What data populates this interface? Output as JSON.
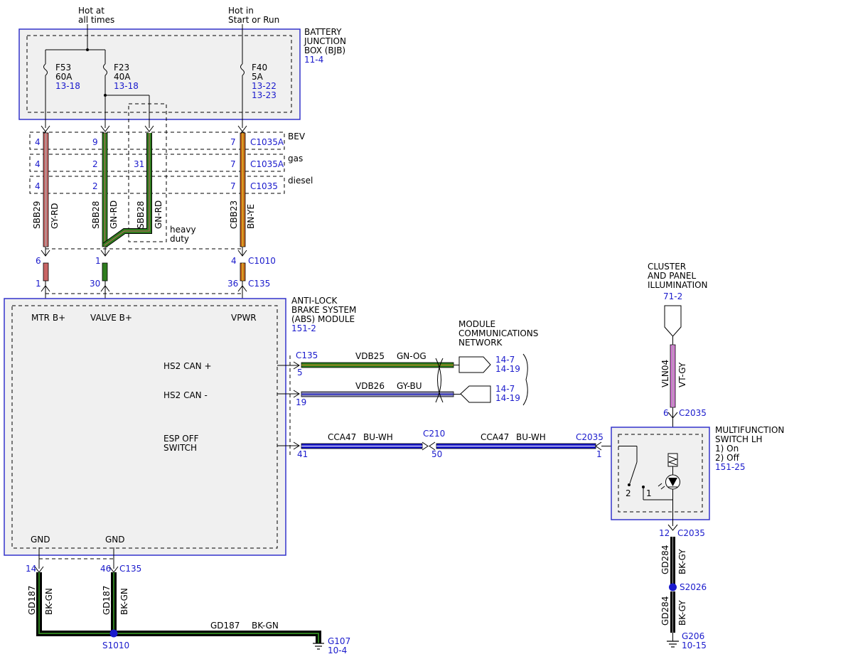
{
  "power": {
    "hot_always_line1": "Hot at",
    "hot_always_line2": "all times",
    "hot_run_line1": "Hot in",
    "hot_run_line2": "Start or Run"
  },
  "bjb": {
    "title_line1": "BATTERY",
    "title_line2": "JUNCTION",
    "title_line3": "BOX (BJB)",
    "ref": "11-4",
    "fuses": [
      {
        "name": "F53",
        "rating": "60A",
        "refs": [
          "13-18"
        ]
      },
      {
        "name": "F23",
        "rating": "40A",
        "refs": [
          "13-18"
        ]
      },
      {
        "name": "F40",
        "rating": "5A",
        "refs": [
          "13-22",
          "13-23"
        ]
      }
    ]
  },
  "variants": [
    {
      "label": "BEV",
      "pins": [
        "4",
        "9",
        "7"
      ],
      "connector": "C1035A"
    },
    {
      "label": "gas",
      "pins": [
        "4",
        "2",
        "31",
        "7"
      ],
      "connector": "C1035A"
    },
    {
      "label": "diesel",
      "pins": [
        "4",
        "2",
        "7"
      ],
      "connector": "C1035"
    }
  ],
  "wires_upper": [
    {
      "circuit": "SBB29",
      "color": "GY-RD"
    },
    {
      "circuit": "SBB28",
      "color": "GN-RD"
    },
    {
      "circuit": "SBB28",
      "color": "GN-RD"
    },
    {
      "circuit": "CBB23",
      "color": "BN-YE"
    }
  ],
  "heavy_duty_line1": "heavy",
  "heavy_duty_line2": "duty",
  "c1010": {
    "name": "C1010",
    "pins": [
      "6",
      "1",
      "4"
    ]
  },
  "c135_top": {
    "name": "C135",
    "pins": [
      "1",
      "30",
      "36"
    ]
  },
  "abs": {
    "title_line1": "ANTI-LOCK",
    "title_line2": "BRAKE SYSTEM",
    "title_line3": "(ABS) MODULE",
    "ref": "151-2",
    "pin_labels": [
      "MTR B+",
      "VALVE B+",
      "VPWR"
    ],
    "hs2_can_plus": "HS2 CAN +",
    "hs2_can_minus": "HS2 CAN -",
    "esp_line1": "ESP OFF",
    "esp_line2": "SWITCH",
    "gnd1": "GND",
    "gnd2": "GND"
  },
  "network": {
    "title_line1": "MODULE",
    "title_line2": "COMMUNICATIONS",
    "title_line3": "NETWORK",
    "c135": "C135",
    "can_plus": {
      "pin": "5",
      "circuit": "VDB25",
      "color": "GN-OG",
      "refs": [
        "14-7",
        "14-19"
      ]
    },
    "can_minus": {
      "pin": "19",
      "circuit": "VDB26",
      "color": "GY-BU",
      "refs": [
        "14-7",
        "14-19"
      ]
    }
  },
  "esp_wire": {
    "pin": "41",
    "circuit1": "CCA47",
    "color1": "BU-WH",
    "c210": "C210",
    "c210_pin": "50",
    "circuit2": "CCA47",
    "color2": "BU-WH",
    "c2035": "C2035",
    "c2035_pin": "1"
  },
  "cluster": {
    "title_line1": "CLUSTER",
    "title_line2": "AND PANEL",
    "title_line3": "ILLUMINATION",
    "ref": "71-2",
    "circuit": "VLN04",
    "color": "VT-GY",
    "pin": "6",
    "connector": "C2035"
  },
  "mfs": {
    "title_line1": "MULTIFUNCTION",
    "title_line2": "SWITCH LH",
    "option1": "1) On",
    "option2": "2) Off",
    "ref": "151-25",
    "pos2": "2",
    "pos1": "1"
  },
  "ground_right": {
    "pin": "12",
    "connector": "C2035",
    "circuit": "GD284",
    "color": "BK-GY",
    "splice": "S2026",
    "circuit2": "GD284",
    "color2": "BK-GY",
    "ground": "G206",
    "ref": "10-15"
  },
  "ground_left": {
    "pin1": "14",
    "pin2": "46",
    "connector": "C135",
    "circuit": "GD187",
    "color": "BK-GN",
    "circuit2": "GD187",
    "color2": "BK-GN",
    "circuit3": "GD187",
    "color3": "BK-GN",
    "splice": "S1010",
    "ground": "G107",
    "ref": "10-4"
  },
  "colors": {
    "blue_label": "#1a1acc",
    "box_border": "#3333cc",
    "box_fill": "#f0f0f0",
    "gy_rd": "#c86464",
    "gn": "#2e7d1e",
    "bn_ye": "#c86a1e",
    "bu": "#1a1acc",
    "vt": "#d57ad5",
    "bk": "#000000"
  }
}
